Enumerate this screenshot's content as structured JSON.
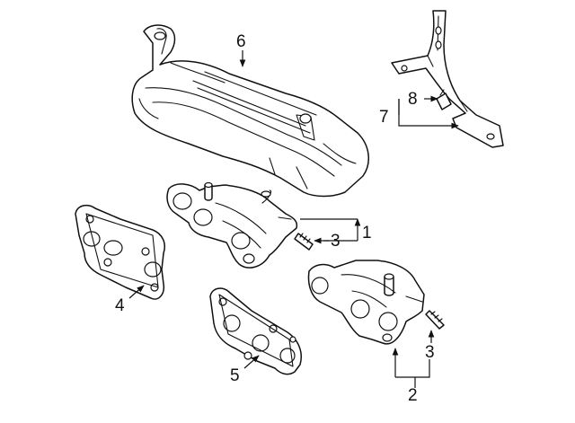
{
  "callouts": {
    "c1": "1",
    "c2": "2",
    "c3a": "3",
    "c3b": "3",
    "c4": "4",
    "c5": "5",
    "c6": "6",
    "c7": "7",
    "c8": "8"
  },
  "colors": {
    "line": "#111111",
    "background": "#ffffff"
  }
}
